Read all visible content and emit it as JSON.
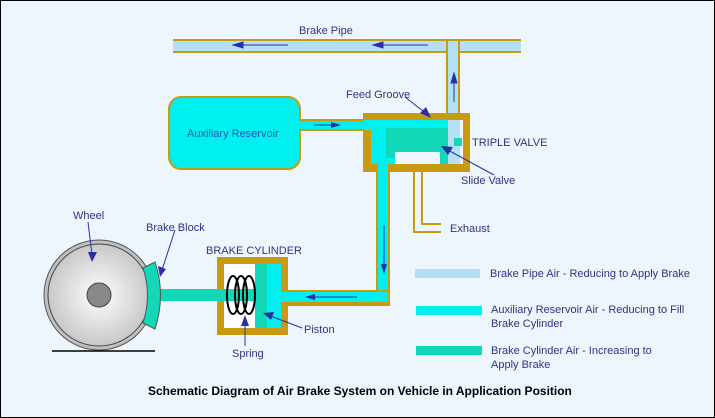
{
  "diagram": {
    "title": "Schematic Diagram of Air Brake System on Vehicle in Application Position",
    "labels": {
      "brake_pipe": "Brake Pipe",
      "feed_groove": "Feed Groove",
      "auxiliary_reservoir": "Auxiliary Reservoir",
      "triple_valve": "TRIPLE VALVE",
      "slide_valve": "Slide Valve",
      "exhaust": "Exhaust",
      "wheel": "Wheel",
      "brake_block": "Brake Block",
      "brake_cylinder": "BRAKE CYLINDER",
      "piston": "Piston",
      "spring": "Spring"
    },
    "legend": [
      {
        "lines": [
          "Brake Pipe Air - Reducing to Apply Brake"
        ],
        "color": "#b3e0f5"
      },
      {
        "lines": [
          "Auxiliary Reservoir Air - Reducing to Fill",
          "Brake Cylinder"
        ],
        "color": "#00f0f0"
      },
      {
        "lines": [
          "Brake Cylinder Air - Increasing to",
          "Apply Brake"
        ],
        "color": "#12d8b8"
      }
    ],
    "colors": {
      "background": "#eef6fd",
      "pipe_wall": "#c89a12",
      "brake_pipe_air": "#b3e0f5",
      "reservoir_air": "#00f0f0",
      "cylinder_air": "#12d8b8",
      "arrow": "#2a2fa8",
      "label": "#2e3480"
    }
  }
}
